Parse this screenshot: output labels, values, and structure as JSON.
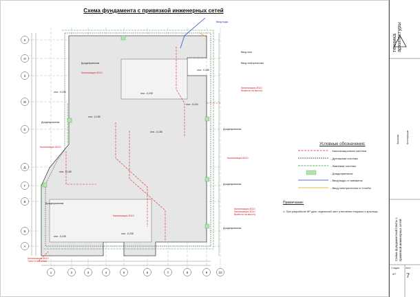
{
  "title": "Схема фундамента с привязкой инженерных сетей",
  "axes": {
    "rows": [
      "К",
      "И",
      "З",
      "Ж",
      "Е",
      "Д",
      "Г",
      "В",
      "Б",
      "А"
    ],
    "cols": [
      "1",
      "2",
      "3",
      "4",
      "5",
      "6",
      "7",
      "8",
      "9",
      "10"
    ]
  },
  "labels": {
    "drain_top": "Дождеприемник",
    "drain_mid": "Дождеприемник",
    "drain_right": "Дождеприемник",
    "drain_right2": "Дождеприемник",
    "drain_right3": "Дождеприемник",
    "drain_mid2": "Дождеприемник",
    "kanal_red1": "Канализация Ø110\nВывести на высоту",
    "kanal_red2": "Канализация Ø110",
    "kanal_red3": "Канализация Ø110",
    "kanal_red4": "Канализация Ø110",
    "kanal_red5": "Канализация Ø110\nКанализация Ø110\nВывести на высоту",
    "kanal_red6": "Канализация Ø110\nТанго в значение",
    "kanal_blue": "Канализация Ø110",
    "otm1": "отм. -0,235",
    "otm2": "отм. -0,235",
    "otm3": "отм. -0,185",
    "otm4": "отм. -0,185",
    "otm5": "отм. -0,185",
    "otm6": "отм. -0,185",
    "otm7": "отм. -0,235",
    "otm8": "отм. -0,235",
    "otm9": "отм. -0,234",
    "vvod_vody": "Ввод воды",
    "vvod_gaza": "Ввод газа",
    "vvod_el": "Ввод электричества"
  },
  "legend": {
    "title": "Условные обозначения:",
    "items": [
      {
        "label": "- Канализационная система",
        "color": "#d22"
      },
      {
        "label": "- Дренажная система",
        "color": "#333"
      },
      {
        "label": "- Ливневая система",
        "color": "#2a9a2a"
      },
      {
        "label": "- Дождеприемник",
        "color": "#b8e0b0"
      },
      {
        "label": "- Ввод воды от скважины",
        "color": "#1640c8"
      },
      {
        "label": "- Ввод электричества от столба",
        "color": "#e0a000"
      }
    ]
  },
  "notes": {
    "title": "Примечание:",
    "text": "1. При разработке КР дать отдельный лист утепления террасы и крыльца"
  },
  "titleblock": {
    "brand": "техника архитектуры",
    "sheet_title": "Схема фундаментной плиты с привязкой инженерных сетей",
    "stage_label": "Стадия",
    "stage": "КР",
    "sheet_label": "Лист",
    "sheet": "7",
    "col1": "Заказчик",
    "col2": "Конструкции"
  },
  "colors": {
    "sewer": "#d22",
    "water": "#1640c8",
    "rain": "#2a9a2a",
    "electric": "#e0a000",
    "slab": "#e6e6e6"
  }
}
